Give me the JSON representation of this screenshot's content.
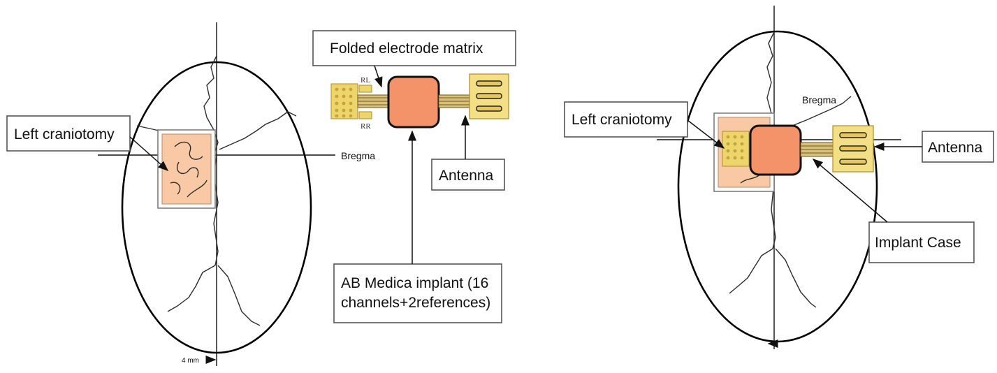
{
  "left_panel": {
    "craniotomy_label": "Left craniotomy",
    "bregma_label": "Bregma",
    "scale_label": "4 mm"
  },
  "middle_panel": {
    "matrix_label": "Folded electrode matrix",
    "rl_label": "RL",
    "rr_label": "RR",
    "antenna_label": "Antenna",
    "implant_label_line1": "AB Medica implant (16",
    "implant_label_line2": "channels+2references)"
  },
  "right_panel": {
    "craniotomy_label": "Left craniotomy",
    "bregma_label": "Bregma",
    "antenna_label": "Antenna",
    "implant_case_label": "Implant Case"
  },
  "colors": {
    "craniotomy_fill": "#f8c9a4",
    "implant_fill": "#f4936a",
    "electrode_fill": "#ecd56b",
    "electrode_dot": "#c9a23a",
    "cable": "#8a7a3a"
  }
}
